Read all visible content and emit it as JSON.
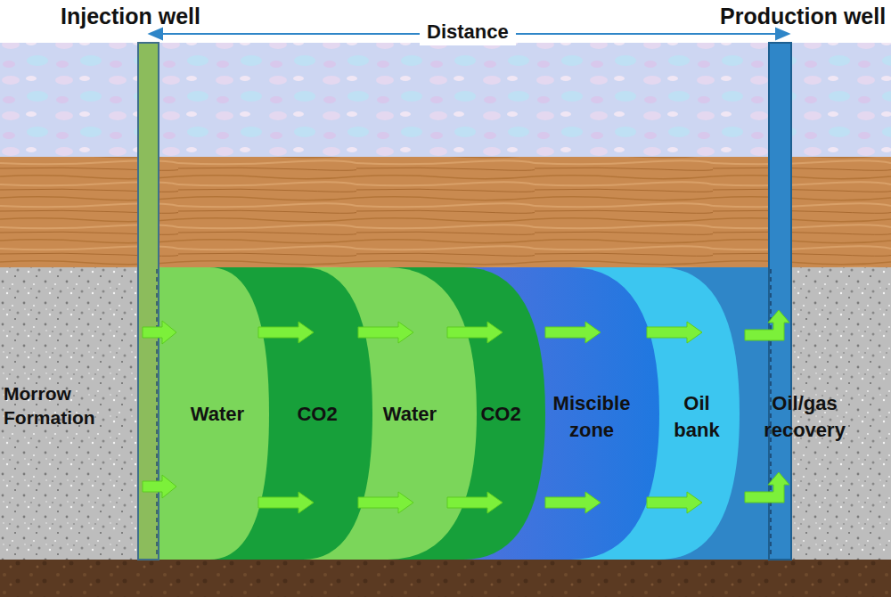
{
  "diagram": {
    "nodes": [
      {
        "text": [
          "Water"
        ]
      },
      {
        "text": [
          "CO2"
        ]
      },
      {
        "text": [
          "Water"
        ]
      },
      {
        "text": [
          "CO2"
        ]
      },
      {
        "text": [
          "Miscible zone"
        ]
      },
      {
        "text": [
          "Oil bank"
        ]
      },
      {
        "text": [
          "Oil/gas recovery"
        ]
      }
    ],
    "labels": [
      "Injection well",
      "Distance",
      "Production well",
      "Morrow Formation"
    ]
  }
}
